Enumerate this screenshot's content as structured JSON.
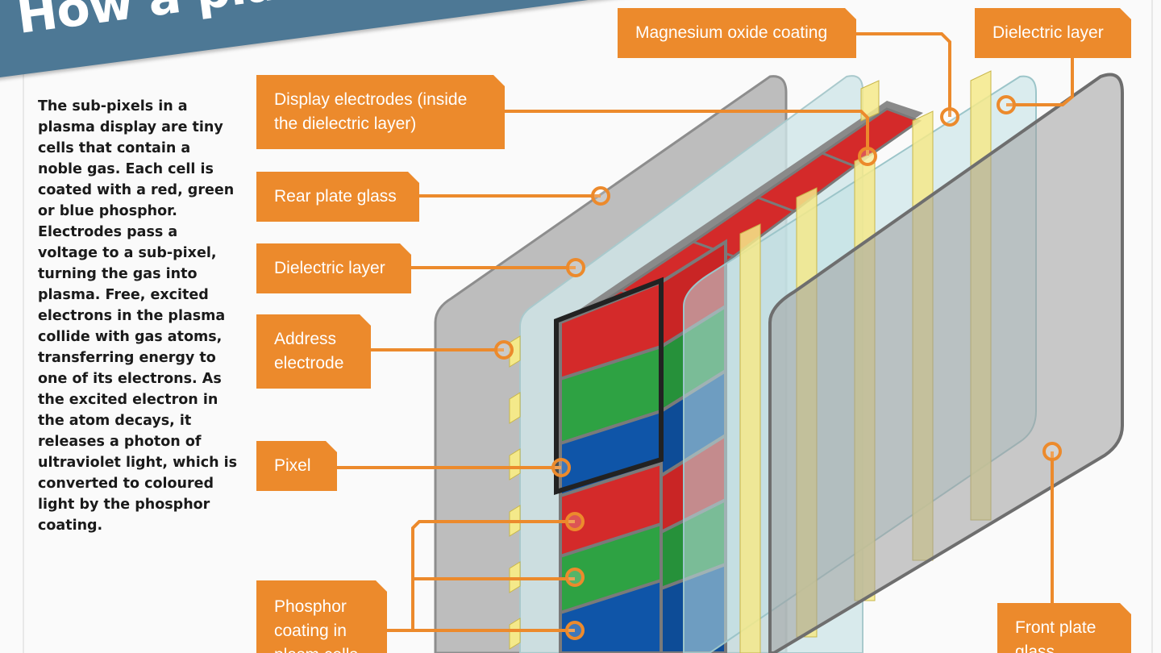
{
  "title": "How a plasma screen works",
  "intro": "The sub-pixels in a plasma display are tiny cells that contain a noble gas. Each cell is coated with a red, green or blue phosphor. Electrodes pass a voltage to a sub-pixel, turning the gas into plasma. Free, excited electrons in the plasma collide with gas atoms, transferring energy to one of its electrons. As the excited electron in the atom decays, it releases a photon of ultraviolet light, which is converted to coloured light by the phosphor coating.",
  "labels": {
    "magnesium_oxide": "Magnesium oxide coating",
    "dielectric_top": "Dielectric layer",
    "display_electrodes": "Display electrodes (inside the dielectric layer)",
    "rear_plate": "Rear plate glass",
    "dielectric_left": "Dielectric layer",
    "address_electrode": "Address electrode",
    "pixel": "Pixel",
    "phosphor": "Phosphor coating in plasm cells",
    "front_plate": "Front plate glass"
  },
  "colors": {
    "accent": "#ec8a2c",
    "banner": "#4d7895",
    "red": "#d42a2a",
    "green": "#2ea243",
    "blue": "#0f55a8",
    "electrode": "#f4e98a",
    "glass": "#c9e6ea",
    "plate": "#b9b9b9"
  }
}
